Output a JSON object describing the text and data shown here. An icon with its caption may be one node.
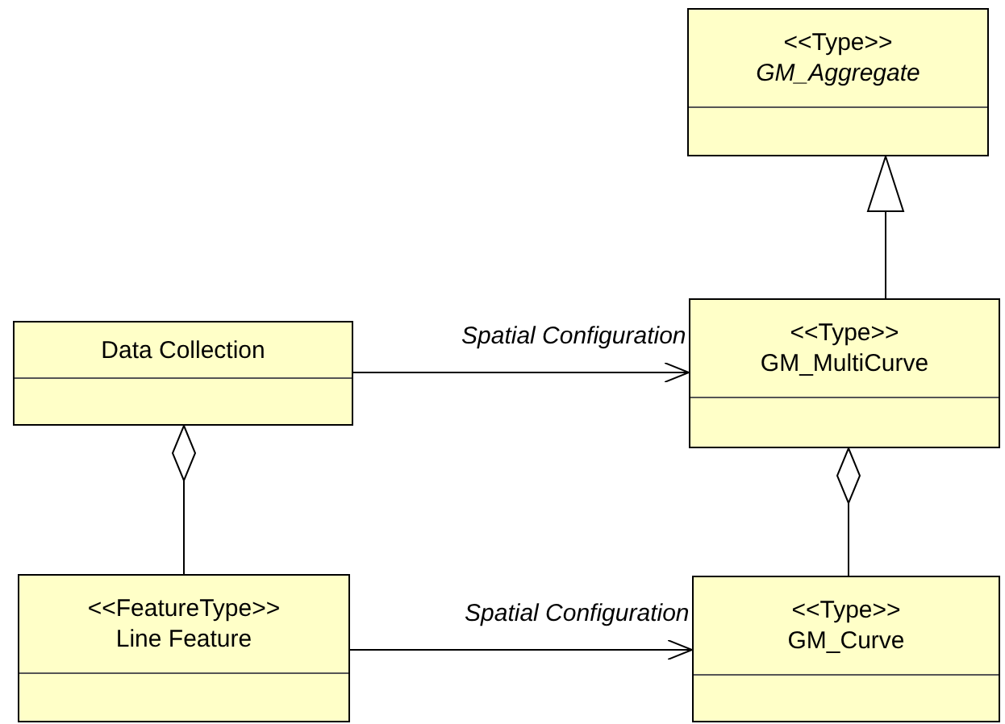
{
  "diagram": {
    "nodes": [
      {
        "text": [
          "<<Type>>",
          "*GM_Aggregate*"
        ]
      },
      {
        "text": [
          "Data Collection"
        ]
      },
      {
        "text": [
          "<<Type>>",
          "GM_MultiCurve"
        ]
      },
      {
        "text": [
          "<<FeatureType>>",
          "Line Feature"
        ]
      },
      {
        "text": [
          "<<Type>>",
          "GM_Curve"
        ]
      }
    ],
    "edges": [
      {
        "from": 1,
        "to": 2,
        "arrow": "to",
        "label": "Spatial Configuration"
      },
      {
        "from": 3,
        "to": 4,
        "arrow": "to",
        "label": "Spatial Configuration"
      },
      {
        "from": 2,
        "to": 0,
        "arrow": "to"
      },
      {
        "from": 1,
        "to": 3,
        "arrow": "other"
      },
      {
        "from": 2,
        "to": 4,
        "arrow": "other"
      }
    ]
  }
}
